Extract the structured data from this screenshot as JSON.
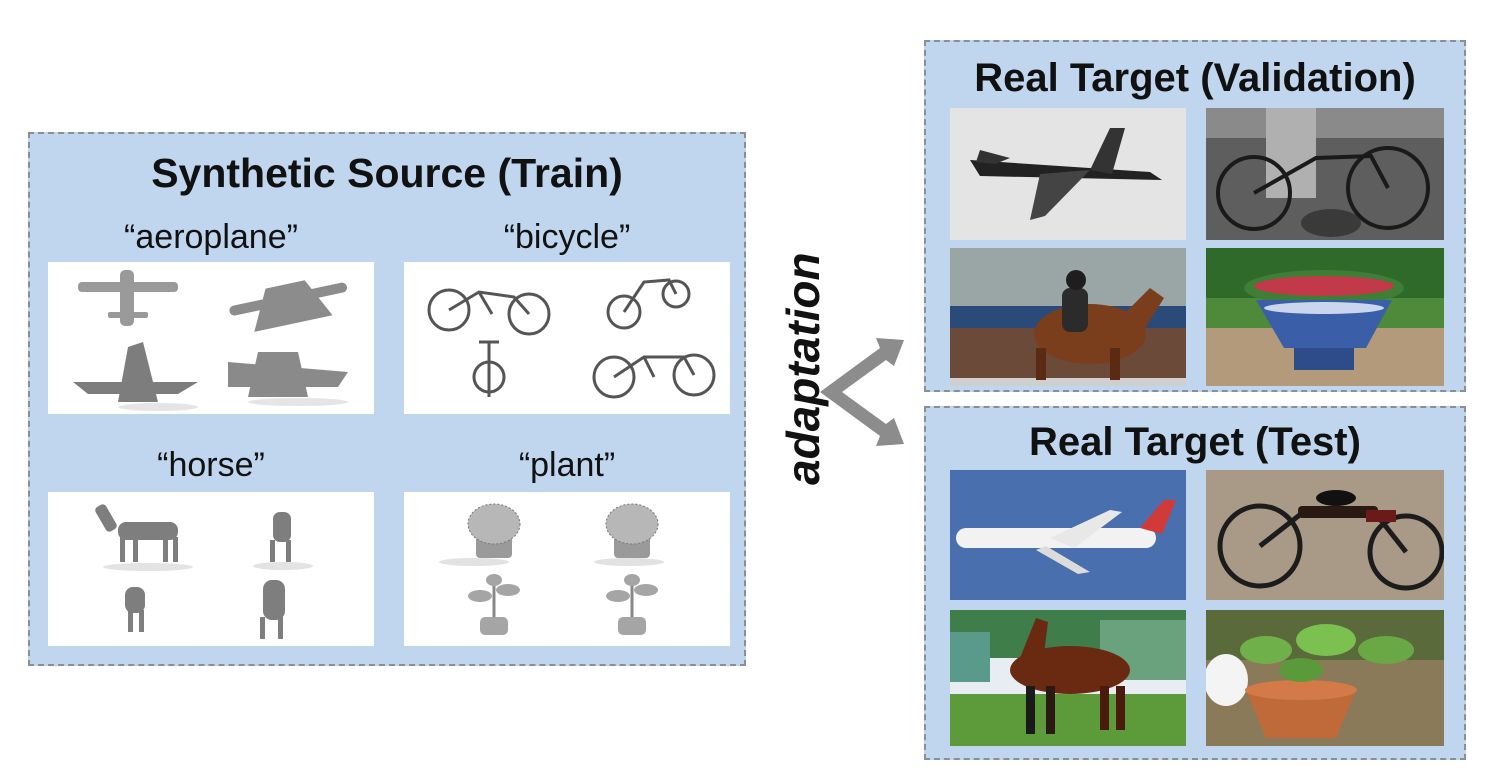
{
  "source_panel": {
    "title": "Synthetic Source (Train)",
    "categories": [
      {
        "label": "“aeroplane”",
        "icon": "aeroplane-3d-render"
      },
      {
        "label": "“bicycle”",
        "icon": "bicycle-3d-render"
      },
      {
        "label": "“horse”",
        "icon": "horse-3d-render"
      },
      {
        "label": "“plant”",
        "icon": "plant-3d-render"
      }
    ]
  },
  "arrow": {
    "label": "adaptation",
    "icon": "double-arrow-icon",
    "color": "#8c8c8c"
  },
  "validation_panel": {
    "title": "Real Target (Validation)",
    "photos": [
      "aeroplane-photo",
      "bicycle-photo",
      "horse-photo",
      "plant-photo"
    ]
  },
  "test_panel": {
    "title": "Real Target (Test)",
    "photos": [
      "aeroplane-photo",
      "bicycle-photo",
      "horse-photo",
      "plant-photo"
    ]
  },
  "colors": {
    "panel_bg": "#bfd6ee",
    "panel_border": "#8a8f96"
  }
}
